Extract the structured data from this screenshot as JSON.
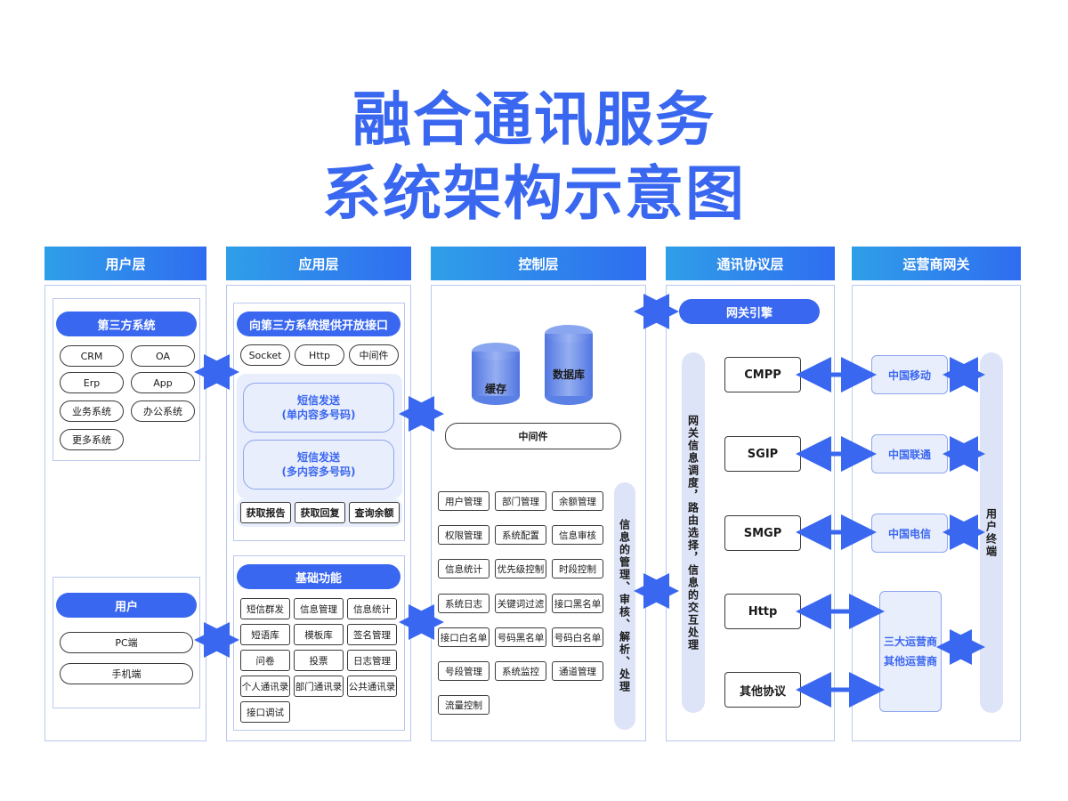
{
  "title": {
    "line1": "融合通讯服务",
    "line2": "系统架构示意图"
  },
  "columns": {
    "user": "用户层",
    "app": "应用层",
    "control": "控制层",
    "protocol": "通讯协议层",
    "gateway": "运营商网关"
  },
  "user_layer": {
    "third_party": {
      "title": "第三方系统",
      "items": [
        "CRM",
        "OA",
        "Erp",
        "App",
        "业务系统",
        "办公系统",
        "更多系统"
      ]
    },
    "user": {
      "title": "用户",
      "items": [
        "PC端",
        "手机端"
      ]
    }
  },
  "app_layer": {
    "open_api": {
      "title": "向第三方系统提供开放接口",
      "protocols": [
        "Socket",
        "Http",
        "中间件"
      ],
      "sms_single": [
        "短信发送",
        "(单内容多号码)"
      ],
      "sms_multi": [
        "短信发送",
        "(多内容多号码)"
      ],
      "actions": [
        "获取报告",
        "获取回复",
        "查询余额"
      ]
    },
    "basic": {
      "title": "基础功能",
      "items": [
        "短信群发",
        "信息管理",
        "信息统计",
        "短语库",
        "模板库",
        "签名管理",
        "问卷",
        "投票",
        "日志管理",
        "个人通讯录",
        "部门通讯录",
        "公共通讯录",
        "接口调试"
      ]
    }
  },
  "control_layer": {
    "cache": "缓存",
    "database": "数据库",
    "middleware": "中间件",
    "functions": [
      "用户管理",
      "部门管理",
      "余额管理",
      "权限管理",
      "系统配置",
      "信息审核",
      "信息统计",
      "优先级控制",
      "时段控制",
      "系统日志",
      "关键词过滤",
      "接口黑名单",
      "接口白名单",
      "号码黑名单",
      "号码白名单",
      "号段管理",
      "系统监控",
      "通道管理",
      "流量控制"
    ],
    "side_label": "信息的管理、审核、解析、处理"
  },
  "protocol_layer": {
    "engine": "网关引擎",
    "side_label": "网关信息调度，路由选择，信息的交互处理",
    "protocols": [
      "CMPP",
      "SGIP",
      "SMGP",
      "Http",
      "其他协议"
    ]
  },
  "gateway_layer": {
    "carriers": [
      "中国移动",
      "中国联通",
      "中国电信"
    ],
    "others": [
      "三大运营商",
      "其他运营商"
    ],
    "terminal": "用户终端"
  },
  "colors": {
    "accent": "#3a67f0",
    "soft": "#e9eefc",
    "border": "#b9c9ee"
  }
}
